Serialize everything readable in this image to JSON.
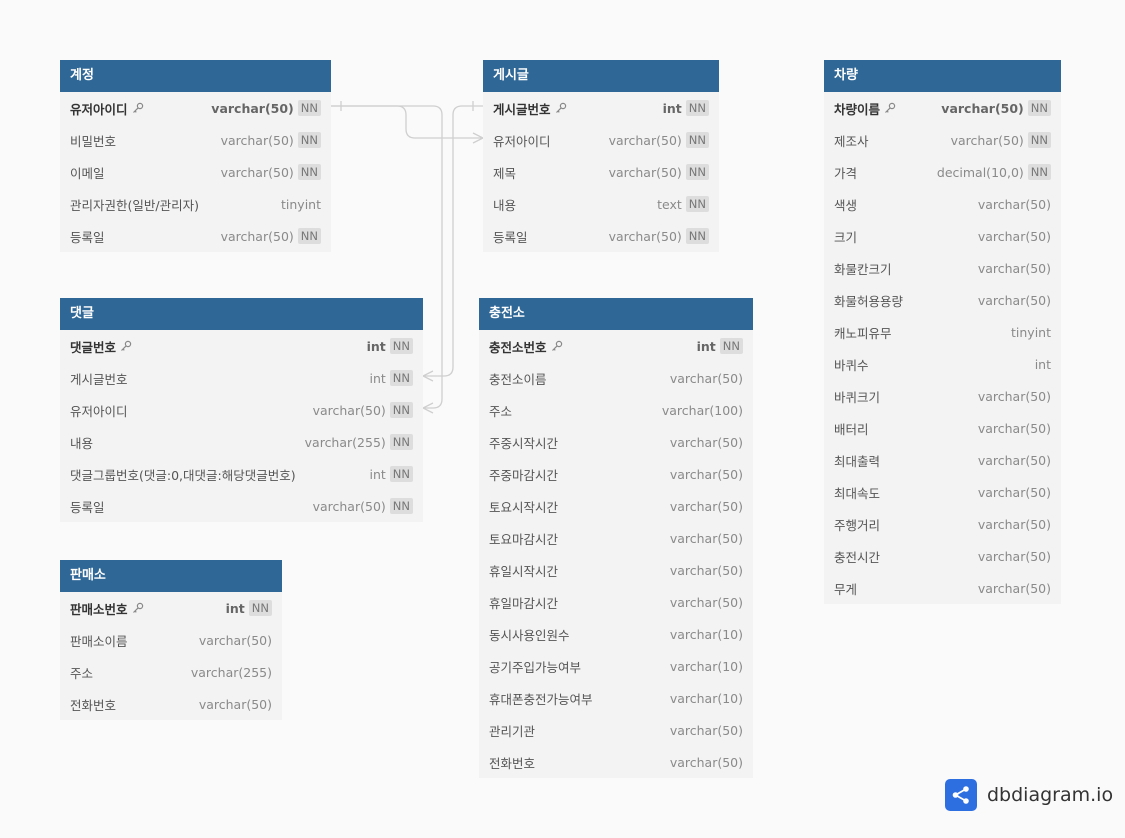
{
  "tables": [
    {
      "id": "account",
      "name": "계정",
      "fields": [
        {
          "name": "유저아이디",
          "type": "varchar(50)",
          "nn": "NN",
          "pk": true
        },
        {
          "name": "비밀번호",
          "type": "varchar(50)",
          "nn": "NN"
        },
        {
          "name": "이메일",
          "type": "varchar(50)",
          "nn": "NN"
        },
        {
          "name": "관리자권한(일반/관리자)",
          "type": "tinyint"
        },
        {
          "name": "등록일",
          "type": "varchar(50)",
          "nn": "NN"
        }
      ]
    },
    {
      "id": "post",
      "name": "게시글",
      "fields": [
        {
          "name": "게시글번호",
          "type": "int",
          "nn": "NN",
          "pk": true
        },
        {
          "name": "유저아이디",
          "type": "varchar(50)",
          "nn": "NN"
        },
        {
          "name": "제목",
          "type": "varchar(50)",
          "nn": "NN"
        },
        {
          "name": "내용",
          "type": "text",
          "nn": "NN"
        },
        {
          "name": "등록일",
          "type": "varchar(50)",
          "nn": "NN"
        }
      ]
    },
    {
      "id": "vehicle",
      "name": "차량",
      "fields": [
        {
          "name": "차량이름",
          "type": "varchar(50)",
          "nn": "NN",
          "pk": true
        },
        {
          "name": "제조사",
          "type": "varchar(50)",
          "nn": "NN"
        },
        {
          "name": "가격",
          "type": "decimal(10,0)",
          "nn": "NN"
        },
        {
          "name": "색생",
          "type": "varchar(50)"
        },
        {
          "name": "크기",
          "type": "varchar(50)"
        },
        {
          "name": "화물칸크기",
          "type": "varchar(50)"
        },
        {
          "name": "화물허용용량",
          "type": "varchar(50)"
        },
        {
          "name": "캐노피유무",
          "type": "tinyint"
        },
        {
          "name": "바퀴수",
          "type": "int"
        },
        {
          "name": "바퀴크기",
          "type": "varchar(50)"
        },
        {
          "name": "배터리",
          "type": "varchar(50)"
        },
        {
          "name": "최대출력",
          "type": "varchar(50)"
        },
        {
          "name": "최대속도",
          "type": "varchar(50)"
        },
        {
          "name": "주행거리",
          "type": "varchar(50)"
        },
        {
          "name": "충전시간",
          "type": "varchar(50)"
        },
        {
          "name": "무게",
          "type": "varchar(50)"
        }
      ]
    },
    {
      "id": "comment",
      "name": "댓글",
      "fields": [
        {
          "name": "댓글번호",
          "type": "int",
          "nn": "NN",
          "pk": true
        },
        {
          "name": "게시글번호",
          "type": "int",
          "nn": "NN"
        },
        {
          "name": "유저아이디",
          "type": "varchar(50)",
          "nn": "NN"
        },
        {
          "name": "내용",
          "type": "varchar(255)",
          "nn": "NN"
        },
        {
          "name": "댓글그룹번호(댓글:0,대댓글:해당댓글번호)",
          "type": "int",
          "nn": "NN"
        },
        {
          "name": "등록일",
          "type": "varchar(50)",
          "nn": "NN"
        }
      ]
    },
    {
      "id": "station",
      "name": "충전소",
      "fields": [
        {
          "name": "충전소번호",
          "type": "int",
          "nn": "NN",
          "pk": true
        },
        {
          "name": "충전소이름",
          "type": "varchar(50)"
        },
        {
          "name": "주소",
          "type": "varchar(100)"
        },
        {
          "name": "주중시작시간",
          "type": "varchar(50)"
        },
        {
          "name": "주중마감시간",
          "type": "varchar(50)"
        },
        {
          "name": "토요시작시간",
          "type": "varchar(50)"
        },
        {
          "name": "토요마감시간",
          "type": "varchar(50)"
        },
        {
          "name": "휴일시작시간",
          "type": "varchar(50)"
        },
        {
          "name": "휴일마감시간",
          "type": "varchar(50)"
        },
        {
          "name": "동시사용인원수",
          "type": "varchar(10)"
        },
        {
          "name": "공기주입가능여부",
          "type": "varchar(10)"
        },
        {
          "name": "휴대폰충전가능여부",
          "type": "varchar(10)"
        },
        {
          "name": "관리기관",
          "type": "varchar(50)"
        },
        {
          "name": "전화번호",
          "type": "varchar(50)"
        }
      ]
    },
    {
      "id": "store",
      "name": "판매소",
      "fields": [
        {
          "name": "판매소번호",
          "type": "int",
          "nn": "NN",
          "pk": true
        },
        {
          "name": "판매소이름",
          "type": "varchar(50)"
        },
        {
          "name": "주소",
          "type": "varchar(255)"
        },
        {
          "name": "전화번호",
          "type": "varchar(50)"
        }
      ]
    }
  ],
  "brand": {
    "text": "dbdiagram.io",
    "icon": "share-nodes-icon",
    "color": "#2d6fe0"
  },
  "colors": {
    "header": "#2f6796",
    "body": "#f3f3f3",
    "link": "#cfcfcf"
  }
}
